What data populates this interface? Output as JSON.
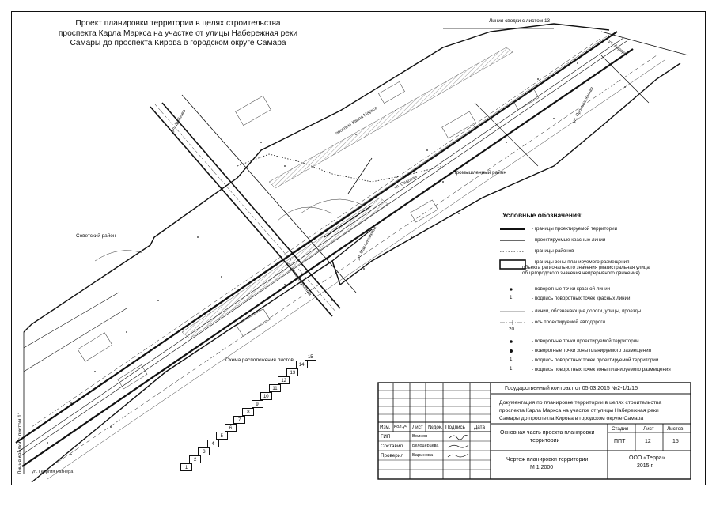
{
  "title": {
    "line1": "Проект планировки территории в целях строительства",
    "line2": "проспекта Карла Маркса на участке от улицы Набережная реки",
    "line3": "Самары до проспекта Кирова в городском округе Самара"
  },
  "map_labels": {
    "sheet13": "Линия сводки с листом 13",
    "sheet11": "Линия сводки с листом 11",
    "industrial": "Промышленный район",
    "soviet": "Советский район",
    "scheme": "Схема расположения листов",
    "street_dyb": "ул. Дыбенко",
    "street_ratner": "ул. Георгия Ратнера",
    "street_ak": "ул. Авроры",
    "street_sad": "ул. Садовая",
    "street_mas": "ул. Масленникова",
    "street_proch": "ул. Промышленная",
    "street_rezv": "ул. Революционная",
    "prosp": "проспект Карла Маркса",
    "axis_num": "20"
  },
  "legend": {
    "title": "Условные обозначения:",
    "items": [
      "- границы проектируемой территории",
      "- проектируемые красные линии",
      "- границы районов",
      "- границы зоны планируемого размещения",
      "объекта регионального значения (магистральная улица",
      "общегородского значения непрерывного движения)",
      "- поворотные точки красной линии",
      "- подпись поворотных точек красных линий",
      "- линии, обозначающие дороги, улицы, проезды",
      "- ось проектируемой автодороги",
      "- поворотные точки проектируемой территории",
      "- поворотные точки зоны планируемого размещения",
      "- подпись поворотных точек проектируемой территории",
      "- подпись поворотных точек зоны планируемого размещения"
    ],
    "sym_1": "1",
    "sym_2": "1",
    "sym_3": "1",
    "axis_20": "20"
  },
  "stamp": {
    "contract": "Государственный контракт от 05.03.2015 №2-1/1/15",
    "doc_1": "Документация по планировке территории в целях строительства",
    "doc_2": "проспекта Карла Маркса на участке от улицы Набережная реки",
    "doc_3": "Самары до проспекта Кирова в городском округе Самара",
    "headers": [
      "Изм.",
      "Кол.уч",
      "Лист",
      "№док.",
      "Подпись",
      "Дата"
    ],
    "roles": [
      {
        "role": "ГИП",
        "name": "Волков"
      },
      {
        "role": "Составил",
        "name": "Белоцерцева"
      },
      {
        "role": "Проверил",
        "name": "Баринова"
      }
    ],
    "section_1": "Основная часть проекта планировки",
    "section_2": "территории",
    "stage_h": "Стадия",
    "sheet_h": "Лист",
    "sheets_h": "Листов",
    "stage_v": "ППТ",
    "sheet_v": "12",
    "sheets_v": "15",
    "drawing_1": "Чертеж планировки территории",
    "drawing_2": "М 1:2000",
    "org_1": "ООО «Терра»",
    "org_2": "2015 г."
  },
  "scheme_sheets": [
    "1",
    "2",
    "3",
    "4",
    "5",
    "6",
    "7",
    "8",
    "9",
    "10",
    "11",
    "12",
    "13",
    "14",
    "15"
  ]
}
